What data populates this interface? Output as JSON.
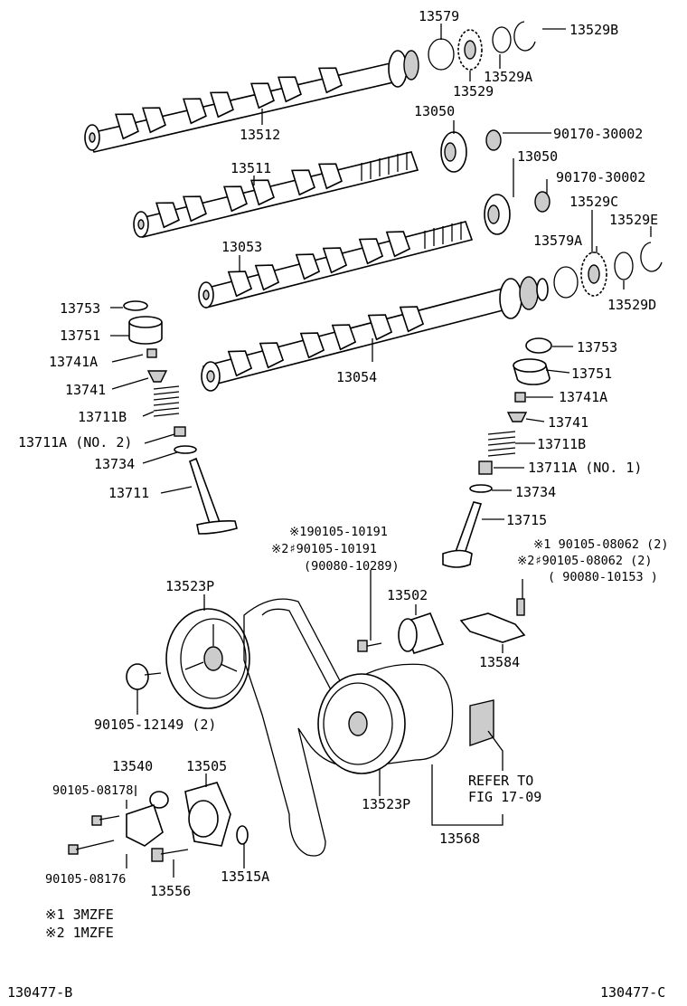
{
  "labels": {
    "p13579": "13579",
    "p13529B": "13529B",
    "p13529A": "13529A",
    "p13529": "13529",
    "p13512": "13512",
    "p13050a": "13050",
    "p90170a": "90170-30002",
    "p13050b": "13050",
    "p13511": "13511",
    "p90170b": "90170-30002",
    "p13529C": "13529C",
    "p13529E": "13529E",
    "p13053": "13053",
    "p13579A": "13579A",
    "p13529D": "13529D",
    "p13753L": "13753",
    "p13751L": "13751",
    "p13741AL": "13741A",
    "p13741L": "13741",
    "p13711BL": "13711B",
    "p13711AL": "13711A (NO. 2)",
    "p13734L": "13734",
    "p13711": "13711",
    "p13054": "13054",
    "p13753R": "13753",
    "p13751R": "13751",
    "p13741AR": "13741A",
    "p13741R": "13741",
    "p13711BR": "13711B",
    "p13711AR": "13711A (NO. 1)",
    "p13734R": "13734",
    "p13715": "13715",
    "boltA1": "※190105-10191",
    "boltA2": "※2♯90105-10191",
    "boltA3": "(90080-10289)",
    "boltB1": "※1 90105-08062 (2)",
    "boltB2": "※2♯90105-08062 (2)",
    "boltB3": "( 90080-10153 )",
    "p13523P_top": "13523P",
    "p13502": "13502",
    "p13584": "13584",
    "p90105_12149": "90105-12149 (2)",
    "p13540": "13540",
    "p13505": "13505",
    "p90105_08178": "90105-08178",
    "p13523P_bot": "13523P",
    "refer1": "REFER TO",
    "refer2": "FIG 17-09",
    "p13568": "13568",
    "p90105_08176": "90105-08176",
    "p13556": "13556",
    "p13515A": "13515A",
    "note1": "※1 3MZFE",
    "note2": "※2 1MZFE",
    "code_left": "130477-B",
    "code_right": "130477-C"
  }
}
